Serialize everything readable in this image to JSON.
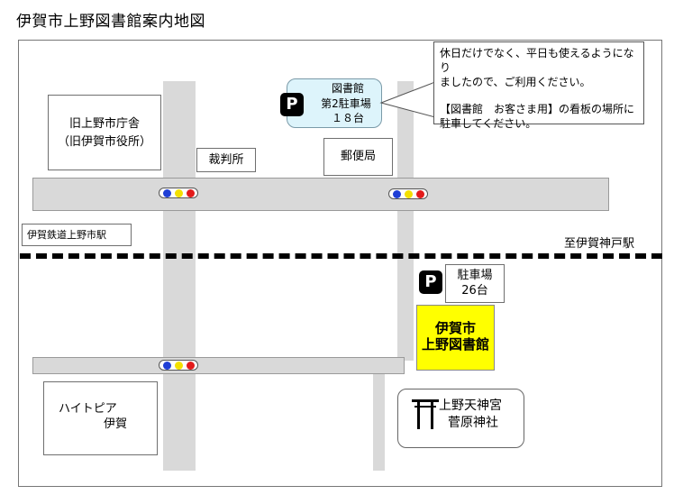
{
  "title": "伊賀市上野図書館案内地図",
  "labels": {
    "old_city_hall_line1": "旧上野市庁舎",
    "old_city_hall_line2": "（旧伊賀市役所）",
    "court": "裁判所",
    "post_office": "郵便局",
    "station": "伊賀鉄道上野市駅",
    "to_kobe": "至伊賀神戸駅",
    "hypia_line1": "ハイトピア",
    "hypia_line2": "伊賀",
    "shrine_line1": "上野天神宮",
    "shrine_line2": "菅原神社"
  },
  "parking": {
    "icon_letter": "P",
    "p2_line1": "図書館",
    "p2_line2": "第2駐車場",
    "p2_line3": "１８台",
    "p1_line1": "駐車場",
    "p1_line2": "26台"
  },
  "callout": {
    "line1": "休日だけでなく、平日も使えるようになり",
    "line2": "ましたので、ご利用ください。",
    "line3": "【図書館　お客さま用】の看板の場所に",
    "line4": "駐車してください。"
  },
  "library": {
    "line1": "伊賀市",
    "line2": "上野図書館"
  },
  "colors": {
    "road": "#d9d9d9",
    "library": "#ffff00",
    "parking2_bg": "#ddf4fb",
    "signal_blue": "#1f3fd6",
    "signal_yellow": "#f3e000",
    "signal_red": "#e31b1b"
  }
}
